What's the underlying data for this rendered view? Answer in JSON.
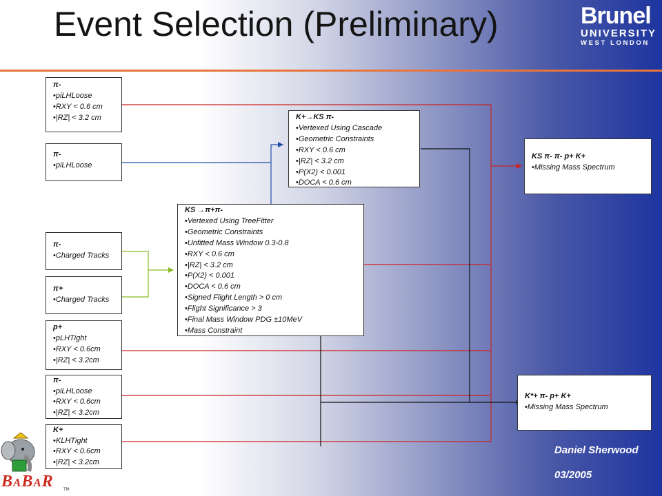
{
  "slide": {
    "title": "Event Selection (Preliminary)",
    "author": "Daniel Sherwood",
    "date": "03/2005"
  },
  "logo": {
    "line1": "Brunel",
    "line2": "UNIVERSITY",
    "line3": "WEST LONDON"
  },
  "babar": {
    "part1": "B",
    "part2": "A",
    "part3": "B",
    "part4": "A",
    "part5": "R",
    "tm": "TM"
  },
  "colors": {
    "red_wire": "#cc2222",
    "blue_wire": "#1f4fa8",
    "green_wire": "#88bb22",
    "black_wire": "#111111",
    "title_rule": "#e8743b"
  },
  "boxes": {
    "pi1": {
      "header": "π-",
      "items": [
        "piLHLoose",
        "RXY < 0.6 cm",
        "|RZ| < 3.2 cm"
      ]
    },
    "pi2": {
      "header": "π-",
      "items": [
        "piLHLoose"
      ]
    },
    "pi3": {
      "header": "π-",
      "items": [
        "Charged Tracks"
      ]
    },
    "pi4": {
      "header": "π+",
      "items": [
        "Charged Tracks"
      ]
    },
    "p": {
      "header": "p+",
      "items": [
        "pLHTight",
        "RXY < 0.6cm",
        "|RZ| < 3.2cm"
      ]
    },
    "pi5": {
      "header": "π-",
      "items": [
        "piLHLoose",
        "RXY < 0.6cm",
        "|RZ| < 3.2cm"
      ]
    },
    "k": {
      "header": "K+",
      "items": [
        "KLHTight",
        "RXY < 0.6cm",
        "|RZ| < 3.2cm"
      ]
    },
    "kstar": {
      "header": "K+→KS π-",
      "items": [
        "Vertexed Using Cascade",
        "Geometric Constraints",
        "RXY < 0.6 cm",
        "|RZ| < 3.2 cm",
        "P(X2) < 0.001",
        "DOCA < 0.6 cm"
      ]
    },
    "ks": {
      "header": "KS →π+π-",
      "items": [
        "Vertexed Using TreeFitter",
        "Geometric Constraints",
        "Unfitted Mass Window 0.3-0.8",
        "RXY < 0.6 cm",
        "|RZ| < 3.2 cm",
        "P(X2) < 0.001",
        "DOCA < 0.6 cm",
        "Signed Flight Length > 0 cm",
        "Flight Significance > 3",
        "Final Mass Window PDG ±10MeV",
        "Mass Constraint"
      ]
    },
    "out1": {
      "header": "KS π- π- p+ K+",
      "items": [
        "Missing Mass Spectrum"
      ]
    },
    "out2": {
      "header": "K*+ π- p+ K+",
      "items": [
        "Missing Mass Spectrum"
      ]
    }
  }
}
